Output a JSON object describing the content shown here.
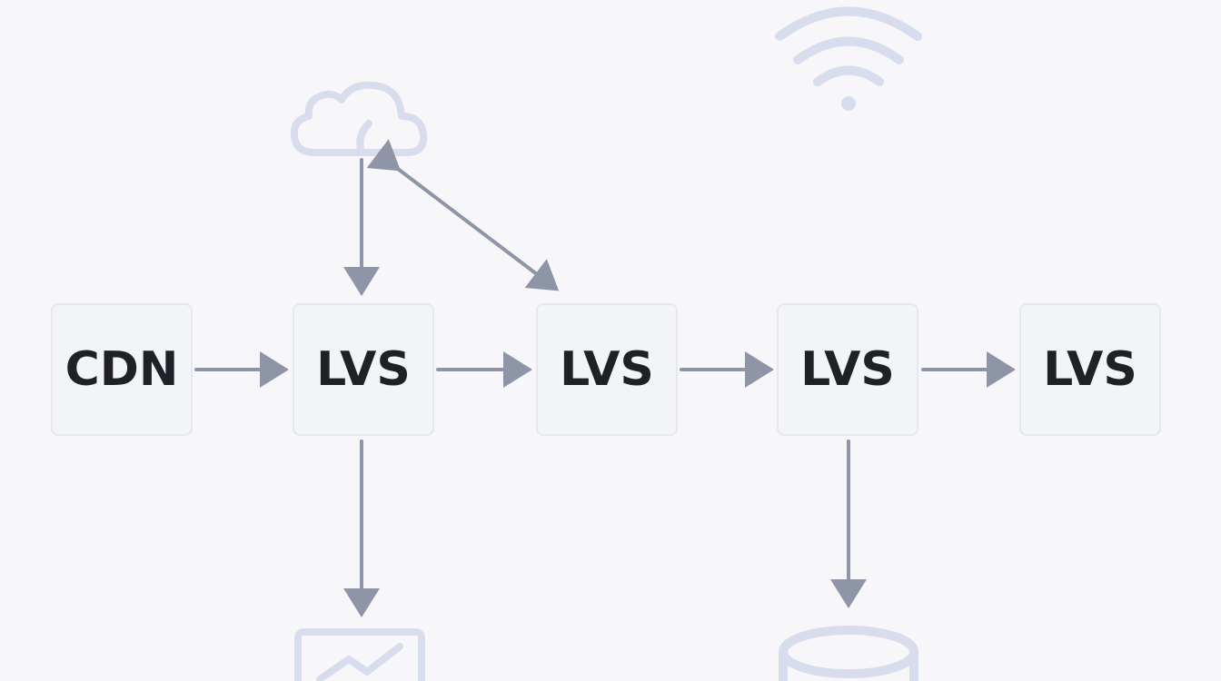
{
  "diagram": {
    "nodes": [
      {
        "id": "cdn",
        "label": "CDN"
      },
      {
        "id": "lvs-1",
        "label": "LVS"
      },
      {
        "id": "lvs-2",
        "label": "LVS"
      },
      {
        "id": "lvs-3",
        "label": "LVS"
      },
      {
        "id": "lvs-4",
        "label": "LVS"
      }
    ],
    "icons": [
      "cloud-icon",
      "wifi-icon",
      "chart-icon",
      "database-icon"
    ],
    "colors": {
      "background": "#f7f7f9",
      "node_fill": "#f3f4f8",
      "node_border": "#e6e8ef",
      "text": "#1f2127",
      "arrow": "#8e95a6",
      "icon": "#d8dded"
    }
  }
}
